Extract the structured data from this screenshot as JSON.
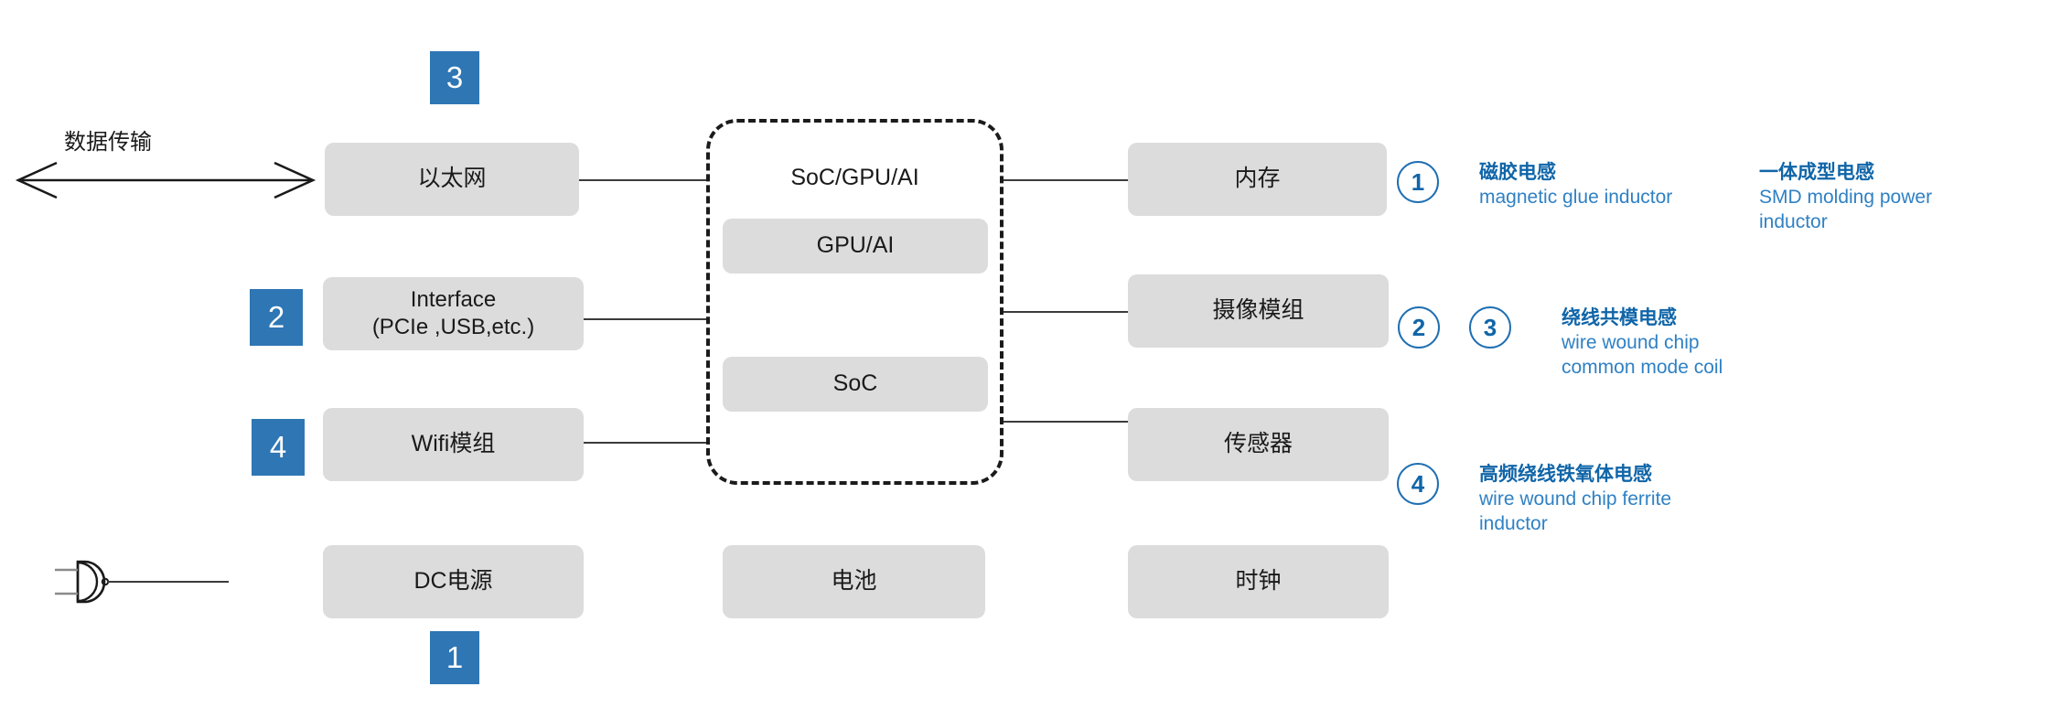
{
  "diagram": {
    "title": "",
    "accent_blue": "#2e76b4",
    "legend_blue": "#1065a8",
    "box_gray": "#dcdcdc"
  },
  "arrow": {
    "label": "数据传输",
    "icon": "double-headed-arrow"
  },
  "power_plug": {
    "icon": "power-plug-icon"
  },
  "left_column": [
    {
      "label": "以太网",
      "badge": "3",
      "badge_position": "top"
    },
    {
      "label": "Interface\n(PCIe ,USB,etc.)",
      "line1": "Interface",
      "line2": "(PCIe ,USB,etc.)",
      "badge": "2",
      "badge_position": "left"
    },
    {
      "label": "Wifi模组",
      "badge": "4",
      "badge_position": "left"
    },
    {
      "label": "DC电源",
      "badge": "1",
      "badge_position": "bottom"
    }
  ],
  "center_group": {
    "title": "SoC/GPU/AI",
    "boxes": [
      {
        "label": "GPU/AI"
      },
      {
        "label": "SoC"
      }
    ],
    "outside_box": {
      "label": "电池"
    }
  },
  "right_column": [
    {
      "label": "内存"
    },
    {
      "label": "摄像模组"
    },
    {
      "label": "传感器"
    },
    {
      "label": "时钟"
    }
  ],
  "legend": [
    {
      "badges": [
        "1"
      ],
      "zh": "磁胶电感",
      "en": "magnetic glue inductor"
    },
    {
      "badges": [
        "2",
        "3"
      ],
      "zh": "绕线共模电感",
      "en_line1": "wire wound chip",
      "en_line2": "common mode coil"
    },
    {
      "badges": [
        "4"
      ],
      "zh": "高频绕线铁氧体电感",
      "en_line1": "wire wound chip ferrite",
      "en_line2": "inductor"
    }
  ],
  "legend_extra": {
    "zh": "一体成型电感",
    "en_line1": "SMD molding power",
    "en_line2": "inductor"
  }
}
